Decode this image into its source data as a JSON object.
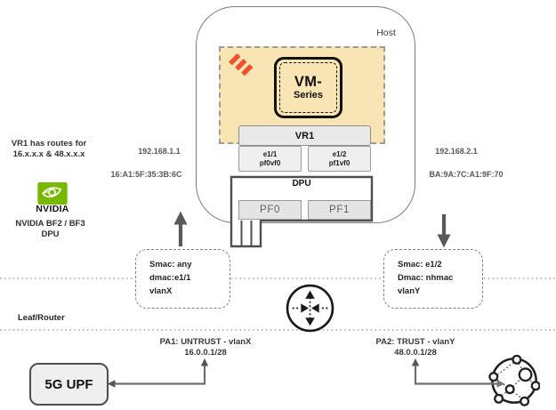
{
  "host": {
    "label": "Host"
  },
  "vm_series": {
    "line1": "VM-",
    "line2": "Series"
  },
  "vr1": {
    "label": "VR1"
  },
  "interfaces": [
    {
      "name": "e1/1",
      "vf": "pf0vf0"
    },
    {
      "name": "e1/2",
      "vf": "pf1vf0"
    }
  ],
  "dpu": {
    "label": "DPU",
    "pf0": "PF0",
    "pf1": "PF1"
  },
  "left_side": {
    "routes_line1": "VR1 has routes for",
    "routes_line2": "16.x.x.x & 48.x.x.x",
    "ip": "192.168.1.1",
    "mac": "16:A1:5F:35:3B:6C",
    "nvidia_wordmark": "NVIDIA",
    "platform_line1": "NVIDIA BF2 / BF3",
    "platform_line2": "DPU"
  },
  "right_side": {
    "ip": "192.168.2.1",
    "mac": "BA:9A:7C:A1:9F:70"
  },
  "flow_left": {
    "line1": "Smac: any",
    "line2": "dmac:e1/1",
    "line3": "vlanX"
  },
  "flow_right": {
    "line1": "Smac: e1/2",
    "line2": "Dmac: nhmac",
    "line3": "vlanY"
  },
  "underlay": {
    "label": "Leaf/Router"
  },
  "pa1": {
    "line1": "PA1: UNTRUST - vlanX",
    "line2": "16.0.0.1/28"
  },
  "pa2": {
    "line1": "PA2: TRUST - vlanY",
    "line2": "48.0.0.1/28"
  },
  "upf": {
    "label": "5G UPF"
  },
  "colors": {
    "pan_orange": "#F0502D",
    "nvidia_green": "#76B900",
    "vm_panel_yellow": "#F9E5B4",
    "arrow_gray": "#595959",
    "separator_gray": "#A0A0A0"
  }
}
